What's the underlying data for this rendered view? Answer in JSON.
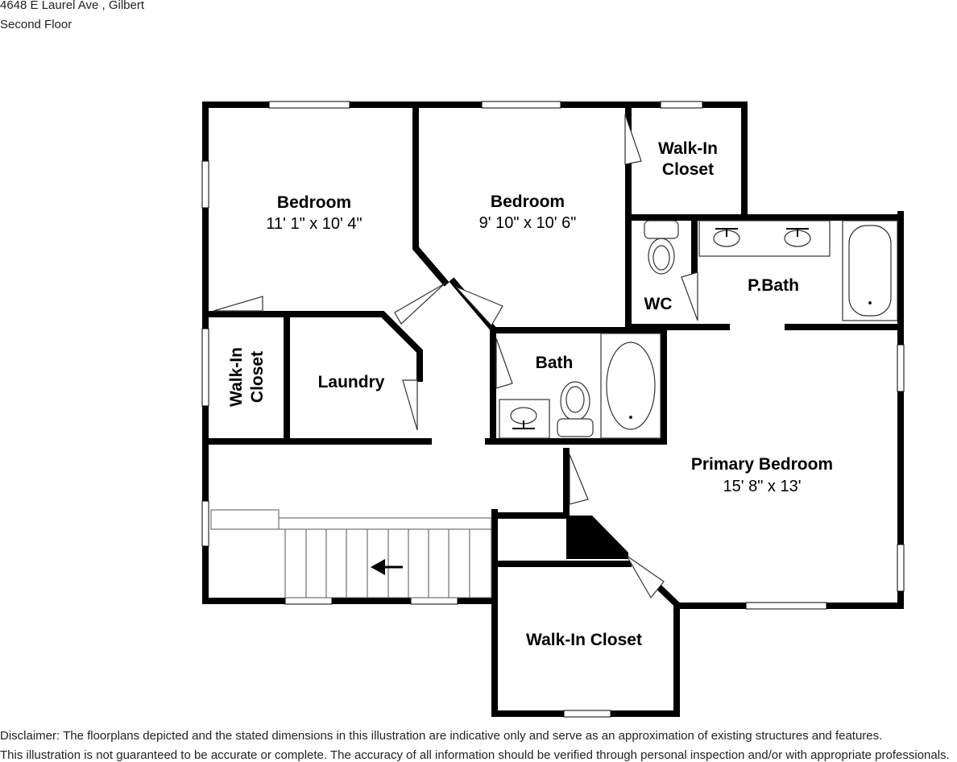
{
  "header": {
    "address": "4648 E Laurel Ave , Gilbert",
    "floor": "Second Floor"
  },
  "rooms": {
    "bedroom_left": {
      "name": "Bedroom",
      "dims": "11' 1\" x 10' 4\""
    },
    "bedroom_center": {
      "name": "Bedroom",
      "dims": "9' 10\" x 10' 6\""
    },
    "walkin_top_line1": "Walk-In",
    "walkin_top_line2": "Closet",
    "wc": "WC",
    "pbath": "P.Bath",
    "bath": "Bath",
    "walkin_side_line1": "Walk-In",
    "walkin_side_line2": "Closet",
    "laundry": "Laundry",
    "primary_bedroom": {
      "name": "Primary Bedroom",
      "dims": "15' 8\" x 13'"
    },
    "walkin_bottom": "Walk-In Closet"
  },
  "disclaimer": {
    "line1": "Disclaimer: The floorplans depicted and the stated dimensions in this illustration are indicative only and serve as an approximation of existing structures and features.",
    "line2": "This illustration is not guaranteed to be accurate or complete. The accuracy of all information should be verified through personal inspection and/or with appropriate professionals."
  },
  "colors": {
    "wall": "#000000",
    "window": "#ffffff",
    "background": "#ffffff"
  },
  "icons": [
    "stair-arrow-icon",
    "toilet-icon",
    "sink-icon",
    "bathtub-icon",
    "door-swing-icon"
  ]
}
